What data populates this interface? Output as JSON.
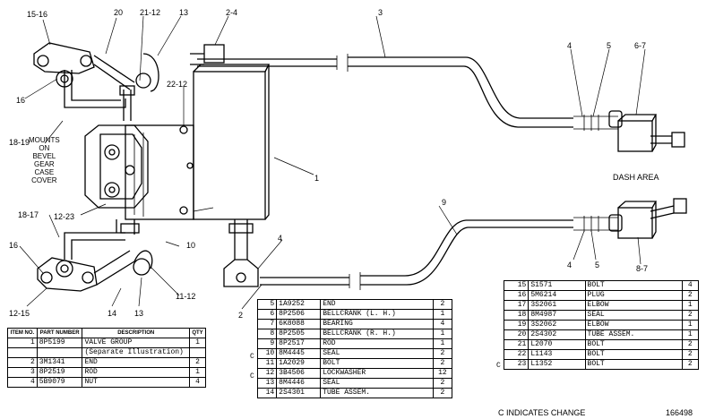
{
  "callouts": [
    {
      "id": "c15-16",
      "text": "15-16"
    },
    {
      "id": "c20",
      "text": "20"
    },
    {
      "id": "c21-12",
      "text": "21-12"
    },
    {
      "id": "c13a",
      "text": "13"
    },
    {
      "id": "c2-4",
      "text": "2-4"
    },
    {
      "id": "c3",
      "text": "3"
    },
    {
      "id": "c4a",
      "text": "4"
    },
    {
      "id": "c5a",
      "text": "5"
    },
    {
      "id": "c6-7",
      "text": "6-7"
    },
    {
      "id": "c22-12",
      "text": "22-12"
    },
    {
      "id": "c16a",
      "text": "16"
    },
    {
      "id": "c18-19",
      "text": "18-19"
    },
    {
      "id": "c1",
      "text": "1"
    },
    {
      "id": "c12-23",
      "text": "12-23"
    },
    {
      "id": "c18-17",
      "text": "18-17"
    },
    {
      "id": "c10",
      "text": "10"
    },
    {
      "id": "c9",
      "text": "9"
    },
    {
      "id": "c4b",
      "text": "4"
    },
    {
      "id": "c16b",
      "text": "16"
    },
    {
      "id": "c11-12",
      "text": "11-12"
    },
    {
      "id": "c12-15",
      "text": "12-15"
    },
    {
      "id": "c14",
      "text": "14"
    },
    {
      "id": "c13b",
      "text": "13"
    },
    {
      "id": "c2",
      "text": "2"
    },
    {
      "id": "c4c",
      "text": "4"
    },
    {
      "id": "c5b",
      "text": "5"
    },
    {
      "id": "c8-7",
      "text": "8-7"
    }
  ],
  "mounts_note": [
    "MOUNTS",
    "ON",
    "BEVEL",
    "GEAR",
    "CASE",
    "COVER"
  ],
  "dash_area": "DASH AREA",
  "table_headers": {
    "item": "ITEM NO.",
    "part": "PART NUMBER",
    "desc": "DESCRIPTION",
    "qty": "QTY"
  },
  "table1": [
    {
      "item": "1",
      "part": "8P5199",
      "desc": "VALVE GROUP",
      "qty": "1"
    },
    {
      "item": "",
      "part": "",
      "desc": "(Separate Illustration)",
      "qty": ""
    },
    {
      "item": "2",
      "part": "3M1341",
      "desc": "END",
      "qty": "2"
    },
    {
      "item": "3",
      "part": "8P2519",
      "desc": "ROD",
      "qty": "1"
    },
    {
      "item": "4",
      "part": "5B9079",
      "desc": "NUT",
      "qty": "4"
    }
  ],
  "table2": [
    {
      "mark": "",
      "item": "5",
      "part": "1A9252",
      "desc": "END",
      "qty": "2"
    },
    {
      "mark": "",
      "item": "6",
      "part": "8P2506",
      "desc": "BELLCRANK (L. H.)",
      "qty": "1"
    },
    {
      "mark": "",
      "item": "7",
      "part": "6K8088",
      "desc": "BEARING",
      "qty": "4"
    },
    {
      "mark": "",
      "item": "8",
      "part": "8P2505",
      "desc": "BELLCRANK (R. H.)",
      "qty": "1"
    },
    {
      "mark": "",
      "item": "9",
      "part": "8P2517",
      "desc": "ROD",
      "qty": "1"
    },
    {
      "mark": "C",
      "item": "10",
      "part": "8M4445",
      "desc": "SEAL",
      "qty": "2"
    },
    {
      "mark": "",
      "item": "11",
      "part": "1A2029",
      "desc": "BOLT",
      "qty": "2"
    },
    {
      "mark": "C",
      "item": "12",
      "part": "3B4506",
      "desc": "LOCKWASHER",
      "qty": "12"
    },
    {
      "mark": "",
      "item": "13",
      "part": "8M4446",
      "desc": "SEAL",
      "qty": "2"
    },
    {
      "mark": "",
      "item": "14",
      "part": "2S4301",
      "desc": "TUBE ASSEM.",
      "qty": "2"
    }
  ],
  "table3": [
    {
      "mark": "",
      "item": "15",
      "part": "S1571",
      "desc": "BOLT",
      "qty": "4"
    },
    {
      "mark": "",
      "item": "16",
      "part": "5M6214",
      "desc": "PLUG",
      "qty": "2"
    },
    {
      "mark": "",
      "item": "17",
      "part": "3S2061",
      "desc": "ELBOW",
      "qty": "1"
    },
    {
      "mark": "",
      "item": "18",
      "part": "8M4987",
      "desc": "SEAL",
      "qty": "2"
    },
    {
      "mark": "",
      "item": "19",
      "part": "3S2062",
      "desc": "ELBOW",
      "qty": "1"
    },
    {
      "mark": "",
      "item": "20",
      "part": "2S4302",
      "desc": "TUBE ASSEM.",
      "qty": "1"
    },
    {
      "mark": "",
      "item": "21",
      "part": "L2070",
      "desc": "BOLT",
      "qty": "2"
    },
    {
      "mark": "",
      "item": "22",
      "part": "L1143",
      "desc": "BOLT",
      "qty": "2"
    },
    {
      "mark": "C",
      "item": "23",
      "part": "L1352",
      "desc": "BOLT",
      "qty": "2"
    }
  ],
  "change_note": "C INDICATES CHANGE",
  "figure_number": "166498"
}
